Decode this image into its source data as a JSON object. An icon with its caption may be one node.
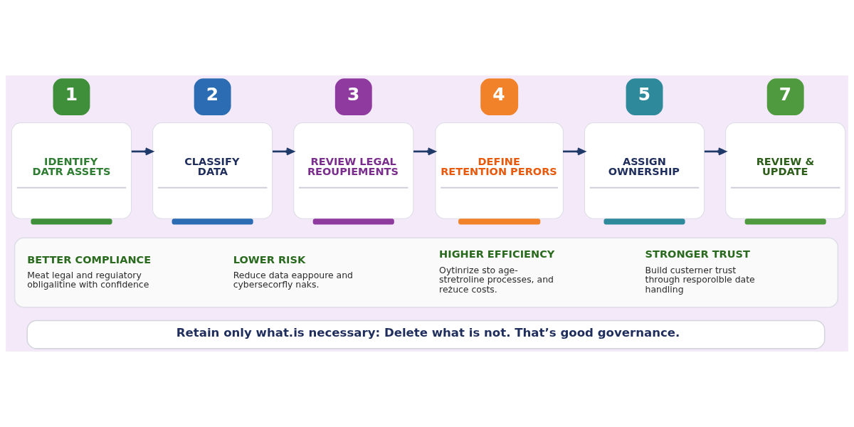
{
  "diagram": {
    "nodes": [
      {
        "text": [
          "1",
          "IDENTIFY DATR ASSETS"
        ]
      },
      {
        "text": [
          "2",
          "CLASSIFY DATA"
        ]
      },
      {
        "text": [
          "3",
          "REVIEW LEGAL REOUPIEMENTS"
        ]
      },
      {
        "text": [
          "4",
          "DEFINE RETENTION PERORS"
        ]
      },
      {
        "text": [
          "5",
          "ASSIGN OWNERSHIP"
        ]
      },
      {
        "text": [
          "7",
          "REVIEW & UPDATE"
        ]
      },
      {
        "text": [],
        "shape": "box"
      },
      {
        "text": [
          "BETTER COMPLIANCE",
          "Meat legal and reguiatory obligalitine with confidence"
        ],
        "in": 6
      },
      {
        "text": [
          "LOWER RISK",
          "Reduce data eappoure and cybersecorfly naks."
        ],
        "in": 6
      },
      {
        "text": [
          "HIGHER EFFICIENCY",
          "Oytinrize sto age-stretroline processes, and reżuce costs."
        ],
        "in": 6
      },
      {
        "text": [
          "STRONGER TRUST",
          "Build custerner trust through resporolble date handling"
        ],
        "in": 6
      },
      {
        "text": [
          "Retain only what.is necessary: Delete what is not. That’s good governance."
        ]
      }
    ],
    "edges": [
      {
        "from": 0,
        "to": 1,
        "arrow": "to"
      },
      {
        "from": 1,
        "to": 2,
        "arrow": "to"
      },
      {
        "from": 2,
        "to": 3,
        "arrow": "to"
      },
      {
        "from": 3,
        "to": 4,
        "arrow": "to"
      },
      {
        "from": 4,
        "to": 5,
        "arrow": "to"
      }
    ]
  }
}
